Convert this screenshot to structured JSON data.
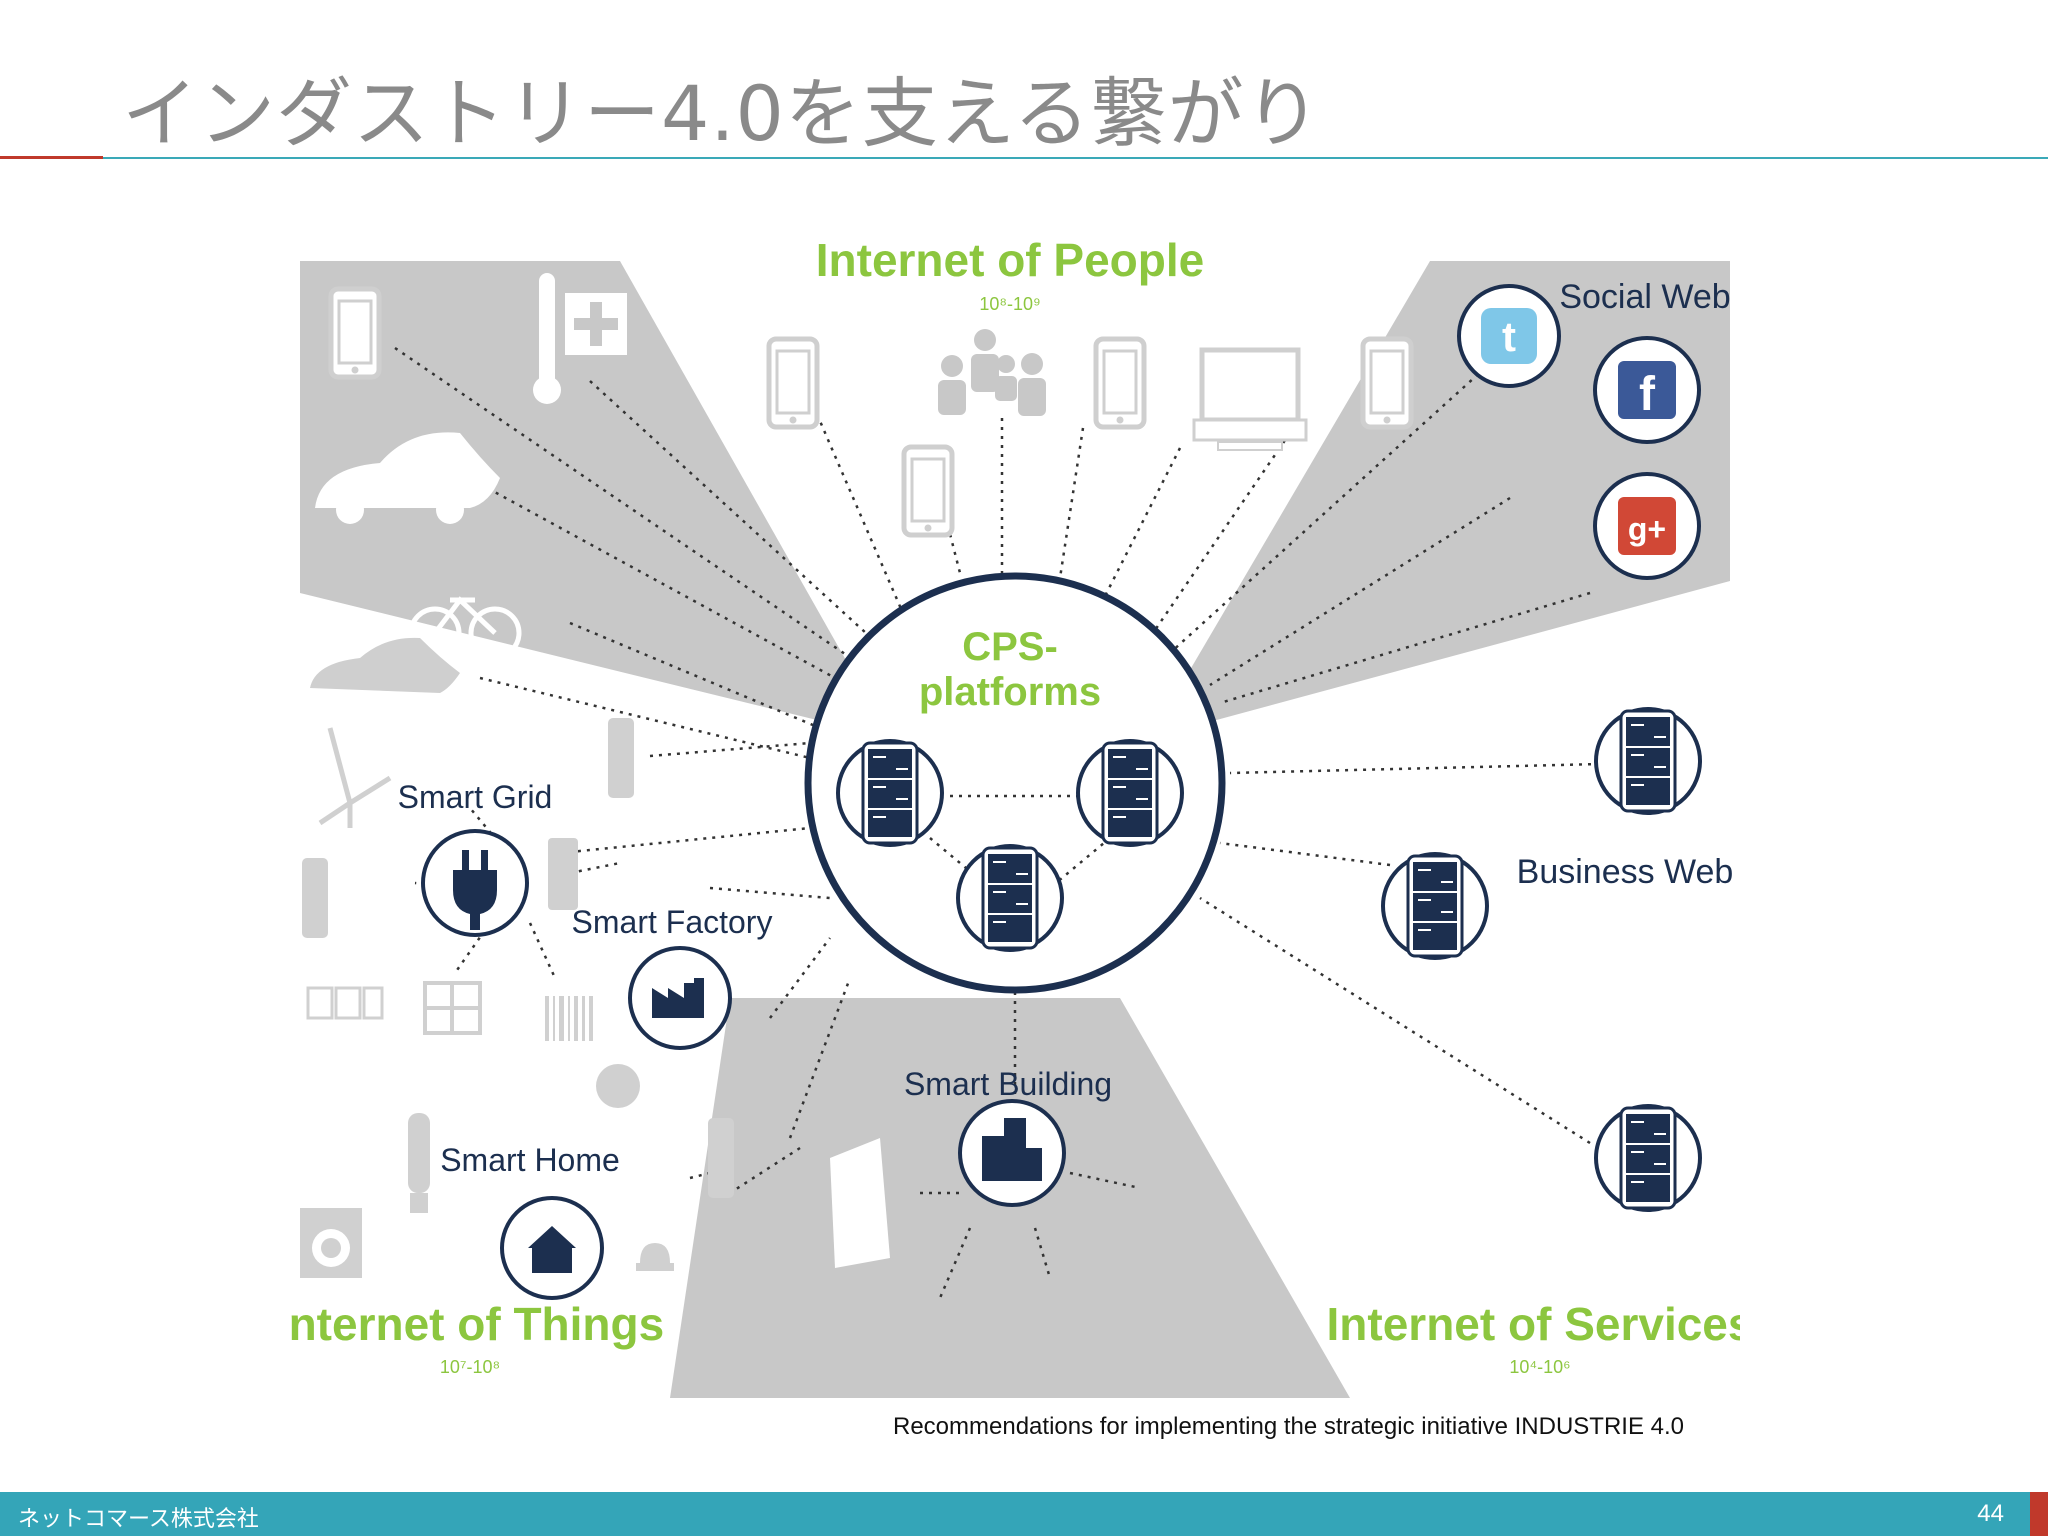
{
  "slide": {
    "title": "インダストリー4.0を支える繋がり",
    "citation": "Recommendations for implementing the strategic initiative INDUSTRIE 4.0",
    "footer_company": "ネットコマース株式会社",
    "page_number": "44"
  },
  "diagram": {
    "hub": {
      "line1": "CPS-",
      "line2": "platforms"
    },
    "regions": {
      "people": {
        "label": "Internet of People",
        "range": "10⁸-10⁹"
      },
      "things": {
        "label": "Internet of Things",
        "range": "10⁷-10⁸"
      },
      "services": {
        "label": "Internet of Services",
        "range": "10⁴-10⁶"
      }
    },
    "nodes": {
      "social_web": "Social Web",
      "business_web": "Business Web",
      "smart_grid": "Smart Grid",
      "smart_factory": "Smart Factory",
      "smart_building": "Smart Building",
      "smart_home": "Smart Home"
    },
    "icons": [
      "smartphone-icon",
      "thermometer-icon",
      "first-aid-icon",
      "electric-car-icon",
      "bicycle-icon",
      "people-group-icon",
      "laptop-icon",
      "twitter-icon",
      "facebook-icon",
      "google-plus-icon",
      "wind-turbine-icon",
      "charging-station-icon",
      "battery-icon",
      "power-plug-icon",
      "factory-icon",
      "barcode-icon",
      "tools-icon",
      "solar-panel-icon",
      "meter-icon",
      "light-bulb-icon",
      "house-icon",
      "washing-machine-icon",
      "alarm-icon",
      "door-icon",
      "buildings-icon",
      "server-icon"
    ],
    "colors": {
      "navy": "#1c2f4f",
      "green": "#8cc63f",
      "gray": "#c8c8c8",
      "icon_gray": "#d0d0d0"
    }
  }
}
